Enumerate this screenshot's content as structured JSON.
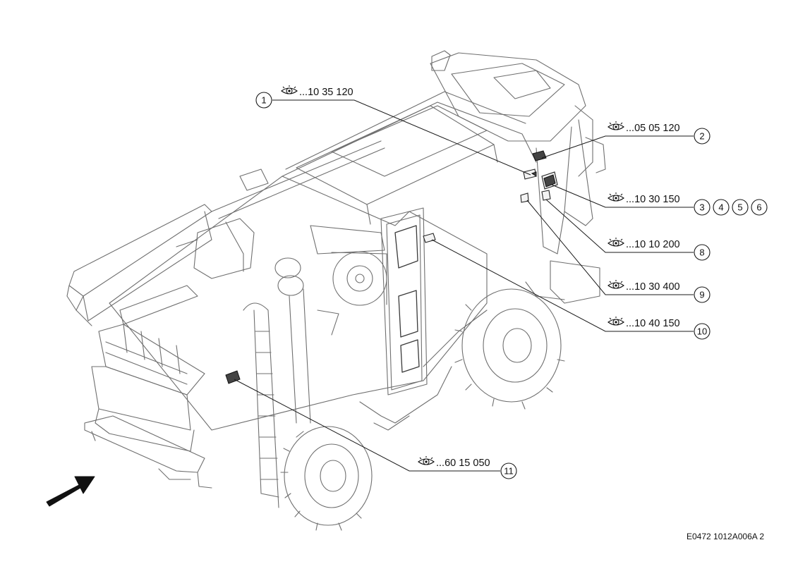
{
  "drawing_code": "E0472 1012A006A 2",
  "callouts": [
    {
      "number": "1",
      "ref": "...10 35 120",
      "view_icon": "eye-icon"
    },
    {
      "number": "2",
      "ref": "...05 05 120",
      "view_icon": "eye-icon"
    },
    {
      "numbers": [
        "3",
        "4",
        "5",
        "6"
      ],
      "ref": "...10 30 150",
      "view_icon": "eye-icon"
    },
    {
      "number": "8",
      "ref": "...10 10 200",
      "view_icon": "eye-icon"
    },
    {
      "number": "9",
      "ref": "...10 30 400",
      "view_icon": "eye-icon"
    },
    {
      "number": "10",
      "ref": "...10 40 150",
      "view_icon": "eye-icon"
    },
    {
      "number": "11",
      "ref": "...60 15 050",
      "view_icon": "eye-icon"
    }
  ],
  "direction_arrow": "arrow-icon"
}
